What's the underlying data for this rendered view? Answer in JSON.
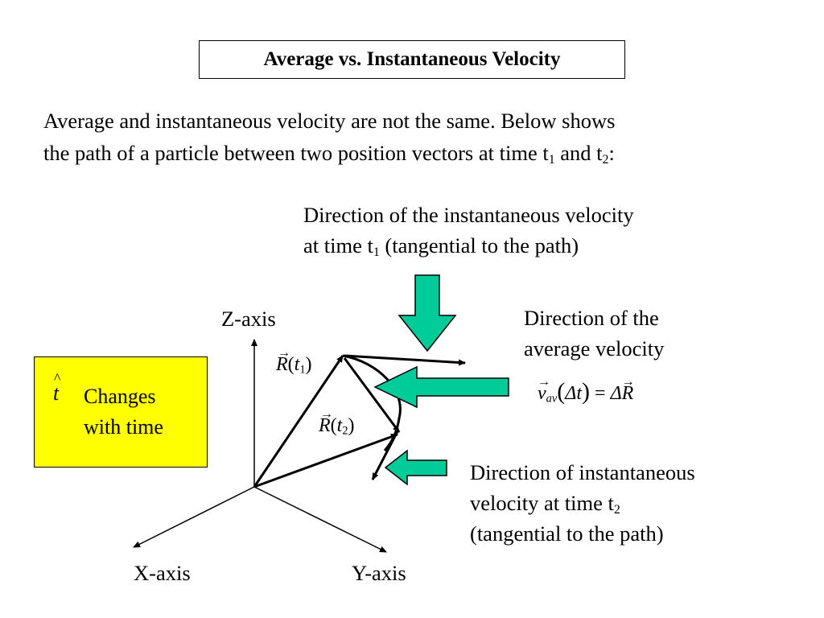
{
  "title": "Average vs. Instantaneous Velocity",
  "intro": {
    "line1": "Average and instantaneous velocity are not the same. Below shows",
    "line2_pre": "the path of a particle between two position vectors at time t",
    "sub1": "1",
    "line2_mid": " and t",
    "sub2": "2",
    "line2_post": ":"
  },
  "labels": {
    "inst_t1_line1": "Direction of the instantaneous velocity",
    "inst_t1_line2_pre": "at time t",
    "inst_t1_sub": "1",
    "inst_t1_line2_post": " (tangential to the path)",
    "avg_line1": "Direction of the",
    "avg_line2": "average velocity",
    "inst_t2_line1": "Direction of instantaneous",
    "inst_t2_line2_pre": "velocity at time t",
    "inst_t2_sub": "2",
    "inst_t2_line3": "(tangential to the path)",
    "z_axis": "Z-axis",
    "x_axis": "X-axis",
    "y_axis": "Y-axis",
    "changes_line1": "Changes",
    "changes_line2": "with time"
  },
  "math": {
    "r1_letter": "R",
    "r1_t": "t",
    "r1_sub": "1",
    "r2_letter": "R",
    "r2_t": "t",
    "r2_sub": "2",
    "that": "t",
    "eq_v": "v",
    "eq_av": "av",
    "eq_dt": "Δt",
    "eq_eq": "=",
    "eq_dr": "ΔR"
  },
  "colors": {
    "arrow_fill": "#00cc99",
    "yellow_box": "#ffff00"
  }
}
